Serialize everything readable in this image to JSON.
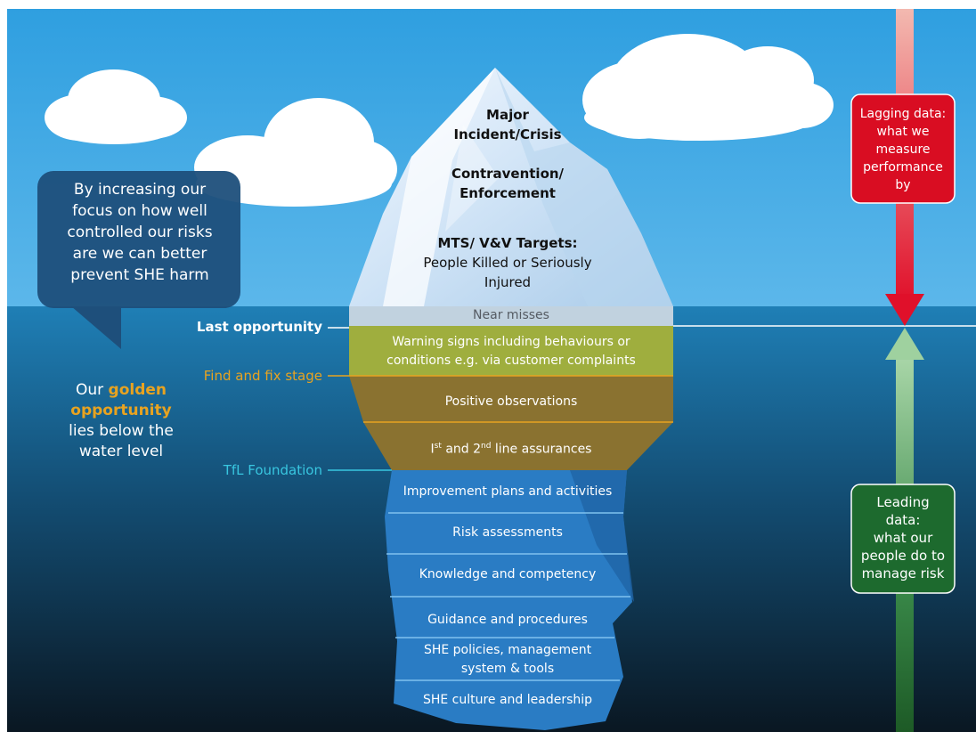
{
  "colors": {
    "sky_top": "#2f9fe0",
    "sky_bottom": "#5cb7ea",
    "water_top": "#1f7fb6",
    "water_bottom": "#0a1722",
    "golden": "#e8a320",
    "tfl_cyan": "#38c6e0",
    "lagging_red": "#e0102a",
    "leading_green": "#1d6a2e"
  },
  "bubble": {
    "lines": [
      "By increasing our",
      "focus on how well",
      "controlled our risks",
      "are we can better",
      "prevent SHE harm"
    ]
  },
  "golden_note": {
    "before": "Our",
    "highlight_lines": [
      "golden",
      "opportunity"
    ],
    "after_lines": [
      "lies below the",
      "water level"
    ]
  },
  "markers": {
    "last_opportunity": "Last opportunity",
    "find_and_fix": "Find and fix stage",
    "tfl_foundation": "TfL Foundation"
  },
  "iceberg_top": {
    "major": [
      "Major",
      "Incident/Crisis"
    ],
    "contravention": [
      "Contravention/",
      "Enforcement"
    ],
    "mts_title": "MTS/ V&V Targets:",
    "mts_body": [
      "People Killed or Seriously",
      "Injured"
    ]
  },
  "layers": {
    "near_misses": "Near misses",
    "warning_signs": [
      "Warning signs including behaviours or",
      "conditions e.g. via customer complaints"
    ],
    "positive_observations": "Positive observations",
    "assurances": {
      "first": "I",
      "first_sup": "st",
      "middle": " and 2",
      "second_sup": "nd",
      "rest": " line assurances"
    },
    "improvement": "Improvement plans and activities",
    "risk_assessments": "Risk assessments",
    "knowledge": "Knowledge and competency",
    "guidance": "Guidance and procedures",
    "she_policies": [
      "SHE policies, management",
      "system & tools"
    ],
    "she_culture": "SHE culture and leadership"
  },
  "lagging": {
    "lines": [
      "Lagging data:",
      "what we",
      "measure",
      "performance",
      "by"
    ]
  },
  "leading": {
    "lines": [
      "Leading",
      "data:",
      "what our",
      "people do to",
      "manage risk"
    ]
  }
}
